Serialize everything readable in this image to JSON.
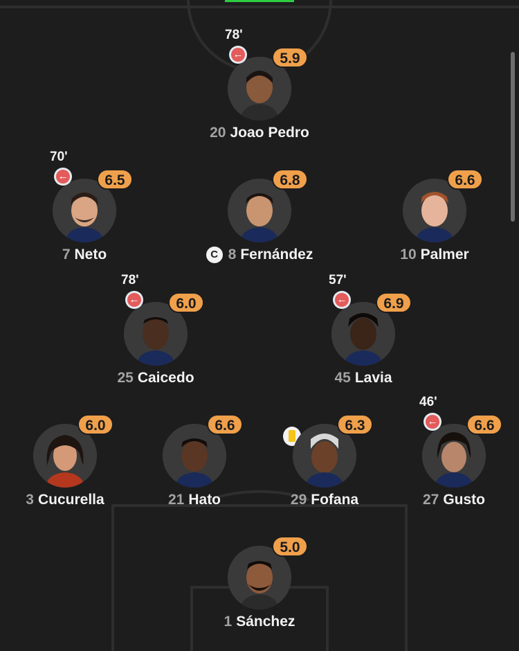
{
  "colors": {
    "background": "#1d1d1d",
    "rating_badge": "#f0a04b",
    "sub_off": "#e35b5b",
    "yellow_card": "#f5c518",
    "field_lines": "#2e2e2e",
    "top_bar_accent": "#2ecc40"
  },
  "players": [
    {
      "id": "joao-pedro",
      "number": "20",
      "name": "Joao Pedro",
      "rating": "5.9",
      "sub_minute": "78'",
      "sub_icon": "arrow-left-icon"
    },
    {
      "id": "neto",
      "number": "7",
      "name": "Neto",
      "rating": "6.5",
      "sub_minute": "70'",
      "sub_icon": "arrow-left-icon"
    },
    {
      "id": "fernandez",
      "number": "8",
      "name": "Fernández",
      "rating": "6.8",
      "captain": "C"
    },
    {
      "id": "palmer",
      "number": "10",
      "name": "Palmer",
      "rating": "6.6"
    },
    {
      "id": "caicedo",
      "number": "25",
      "name": "Caicedo",
      "rating": "6.0",
      "sub_minute": "78'",
      "sub_icon": "arrow-left-icon"
    },
    {
      "id": "lavia",
      "number": "45",
      "name": "Lavia",
      "rating": "6.9",
      "sub_minute": "57'",
      "sub_icon": "arrow-left-icon"
    },
    {
      "id": "cucurella",
      "number": "3",
      "name": "Cucurella",
      "rating": "6.0"
    },
    {
      "id": "hato",
      "number": "21",
      "name": "Hato",
      "rating": "6.6"
    },
    {
      "id": "fofana",
      "number": "29",
      "name": "Fofana",
      "rating": "6.3",
      "card": "yellow"
    },
    {
      "id": "gusto",
      "number": "27",
      "name": "Gusto",
      "rating": "6.6",
      "sub_minute": "46'",
      "sub_icon": "arrow-left-icon"
    },
    {
      "id": "sanchez",
      "number": "1",
      "name": "Sánchez",
      "rating": "5.0"
    }
  ]
}
